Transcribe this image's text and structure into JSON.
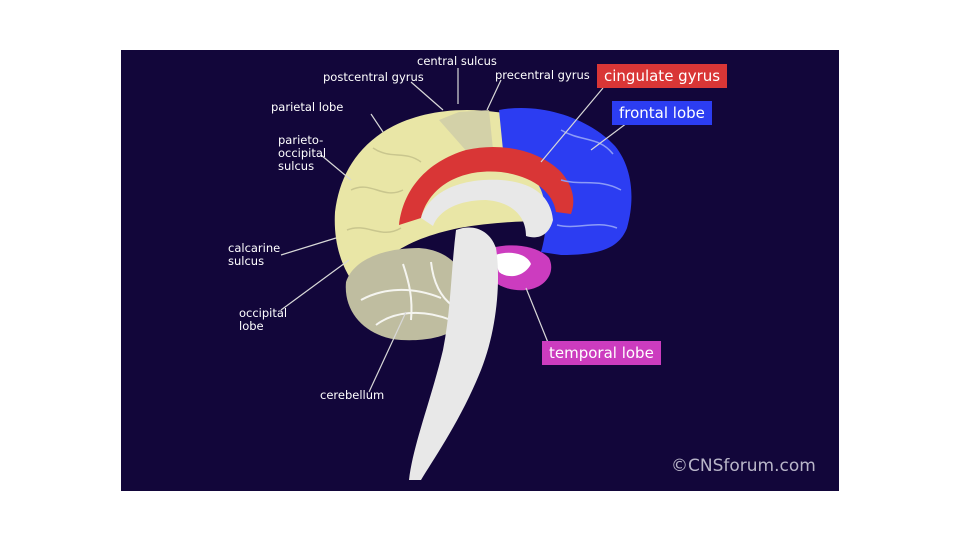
{
  "labels": {
    "central_sulcus": "central sulcus",
    "postcentral_gyrus": "postcentral gyrus",
    "precentral_gyrus": "precentral gyrus",
    "parietal_lobe": "parietal lobe",
    "parieto_occipital_sulcus": [
      "parieto-",
      "occipital",
      "sulcus"
    ],
    "calcarine_sulcus": [
      "calcarine",
      "sulcus"
    ],
    "occipital_lobe": [
      "occipital",
      "lobe"
    ],
    "cerebellum": "cerebellum"
  },
  "highlights": {
    "cingulate_gyrus": {
      "text": "cingulate gyrus",
      "color": "#d93636"
    },
    "frontal_lobe": {
      "text": "frontal lobe",
      "color": "#2c3df2"
    },
    "temporal_lobe": {
      "text": "temporal lobe",
      "color": "#cc3cbf"
    }
  },
  "colors": {
    "background": "#12063a",
    "parietal_region": "#e9e6a6",
    "cerebellum": "#bfbda0",
    "brainstem": "#e8e8e8"
  },
  "copyright": "©CNSforum.com"
}
